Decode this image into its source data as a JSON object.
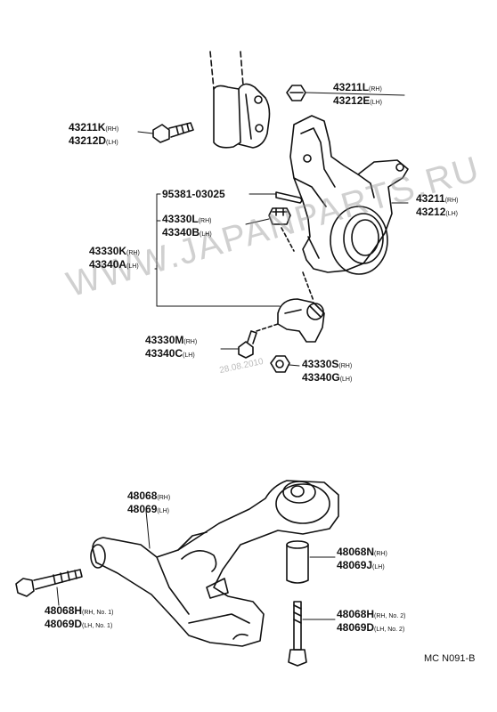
{
  "watermark": "WWW.JAPANPARTS.RU",
  "date_stamp": "28.08.2010",
  "diagram_code": "MC N091-B",
  "labels": {
    "nut_upper": {
      "line1": "43211L",
      "tag1": "(RH)",
      "line2": "43212E",
      "tag2": "(LH)"
    },
    "bolt_strut": {
      "line1": "43211K",
      "tag1": "(RH)",
      "line2": "43212D",
      "tag2": "(LH)"
    },
    "cotter_pin": {
      "line1": "95381-03025"
    },
    "castle_nut": {
      "line1": "43330L",
      "tag1": "(RH)",
      "line2": "43340B",
      "tag2": "(LH)"
    },
    "knuckle": {
      "line1": "43211",
      "tag1": "(RH)",
      "line2": "43212",
      "tag2": "(LH)"
    },
    "ball_joint": {
      "line1": "43330K",
      "tag1": "(RH)",
      "line2": "43340A",
      "tag2": "(LH)"
    },
    "ball_bolt": {
      "line1": "43330M",
      "tag1": "(RH)",
      "line2": "43340C",
      "tag2": "(LH)"
    },
    "ball_nut": {
      "line1": "43330S",
      "tag1": "(RH)",
      "line2": "43340G",
      "tag2": "(LH)"
    },
    "lower_arm": {
      "line1": "48068",
      "tag1": "(RH)",
      "line2": "48069",
      "tag2": "(LH)"
    },
    "arm_collar": {
      "line1": "48068N",
      "tag1": "(RH)",
      "line2": "48069J",
      "tag2": "(LH)"
    },
    "arm_bolt_no1": {
      "line1": "48068H",
      "tag1": "(RH, No. 1)",
      "line2": "48069D",
      "tag2": "(LH, No. 1)"
    },
    "arm_bolt_no2": {
      "line1": "48068H",
      "tag1": "(RH, No. 2)",
      "line2": "48069D",
      "tag2": "(LH, No. 2)"
    }
  }
}
